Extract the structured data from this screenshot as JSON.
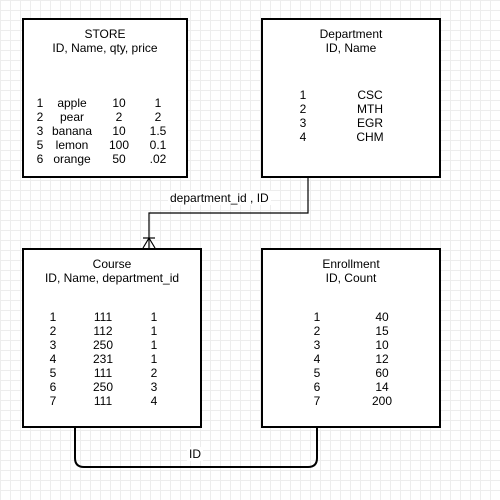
{
  "store": {
    "name": "STORE",
    "attributes": "ID, Name, qty, price",
    "rows": [
      [
        "1",
        "apple",
        "10",
        "1"
      ],
      [
        "2",
        "pear",
        "2",
        "2"
      ],
      [
        "3",
        "banana",
        "10",
        "1.5"
      ],
      [
        "5",
        "lemon",
        "100",
        "0.1"
      ],
      [
        "6",
        "orange",
        "50",
        ".02"
      ]
    ]
  },
  "department": {
    "name": "Department",
    "attributes": "ID, Name",
    "rows": [
      [
        "1",
        "CSC"
      ],
      [
        "2",
        "MTH"
      ],
      [
        "3",
        "EGR"
      ],
      [
        "4",
        "CHM"
      ]
    ]
  },
  "course": {
    "name": "Course",
    "attributes": "ID, Name, department_id",
    "rows": [
      [
        "1",
        "111",
        "1"
      ],
      [
        "2",
        "112",
        "1"
      ],
      [
        "3",
        "250",
        "1"
      ],
      [
        "4",
        "231",
        "1"
      ],
      [
        "5",
        "111",
        "2"
      ],
      [
        "6",
        "250",
        "3"
      ],
      [
        "7",
        "111",
        "4"
      ]
    ]
  },
  "enrollment": {
    "name": "Enrollment",
    "attributes": "ID, Count",
    "rows": [
      [
        "1",
        "40"
      ],
      [
        "2",
        "15"
      ],
      [
        "3",
        "10"
      ],
      [
        "4",
        "12"
      ],
      [
        "5",
        "60"
      ],
      [
        "6",
        "14"
      ],
      [
        "7",
        "200"
      ]
    ]
  },
  "relations": {
    "department_course": "department_id , ID",
    "course_enrollment": "ID"
  }
}
